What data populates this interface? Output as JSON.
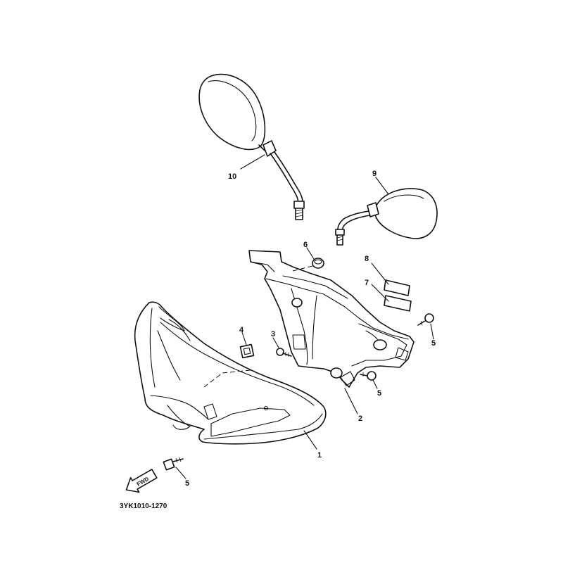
{
  "diagram": {
    "part_labels": [
      {
        "id": "p1",
        "text": "1"
      },
      {
        "id": "p2",
        "text": "2"
      },
      {
        "id": "p3",
        "text": "3"
      },
      {
        "id": "p4",
        "text": "4"
      },
      {
        "id": "p5a",
        "text": "5"
      },
      {
        "id": "p5b",
        "text": "5"
      },
      {
        "id": "p5c",
        "text": "5"
      },
      {
        "id": "p6",
        "text": "6"
      },
      {
        "id": "p7",
        "text": "7"
      },
      {
        "id": "p8",
        "text": "8"
      },
      {
        "id": "p9",
        "text": "9"
      },
      {
        "id": "p10",
        "text": "10"
      }
    ],
    "fwd_label": "FWD",
    "code": "3YK1010-1270"
  }
}
